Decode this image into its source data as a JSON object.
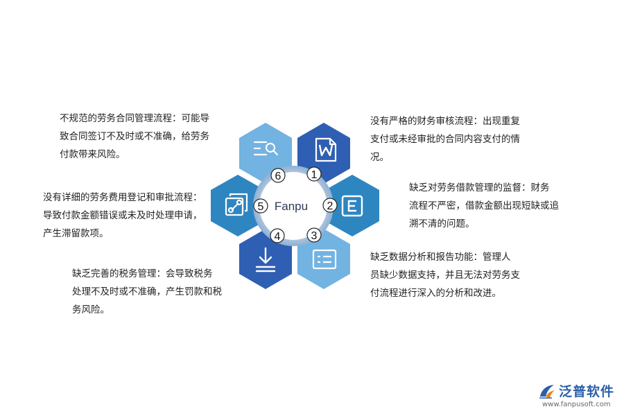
{
  "center_label": "Fanpu",
  "items": [
    {
      "num": "1",
      "icon": "word-doc-icon",
      "color": "#2f5fb3",
      "text": "没有严格的财务审核流程：出现重复\n支付或未经审批的合同内容支付的情\n况。"
    },
    {
      "num": "2",
      "icon": "letter-e-icon",
      "color": "#2e86c1",
      "text": "缺乏对劳务借款管理的监督：财务\n流程不严密，借款金额出现短缺或追\n溯不清的问题。"
    },
    {
      "num": "3",
      "icon": "form-icon",
      "color": "#72b3e2",
      "text": "缺乏数据分析和报告功能：管理人\n员缺少数据支持，并且无法对劳务支\n付流程进行深入的分析和改进。"
    },
    {
      "num": "4",
      "icon": "download-icon",
      "color": "#2f5fb3",
      "text": "缺乏完善的税务管理：会导致税务\n处理不及时或不准确，产生罚款和税\n务风险。"
    },
    {
      "num": "5",
      "icon": "link-copy-icon",
      "color": "#2e86c1",
      "text": "没有详细的劳务费用登记和审批流程：\n导致付款金额错误或未及时处理申请，\n产生滞留款项。"
    },
    {
      "num": "6",
      "icon": "search-list-icon",
      "color": "#72b3e2",
      "text": "不规范的劳务合同管理流程：可能导\n致合同签订不及时或不准确，给劳务\n付款带来风险。"
    }
  ],
  "brand": {
    "name": "泛普软件",
    "url": "www.fanpusoft.com",
    "color": "#2b60a8"
  }
}
